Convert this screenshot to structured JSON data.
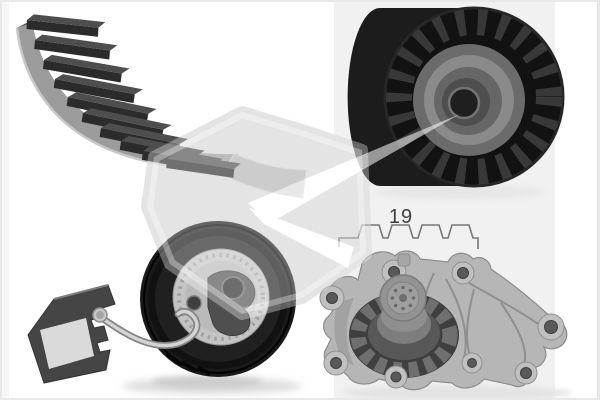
{
  "annotation": {
    "belt_width_label": "19"
  },
  "parts": {
    "top_left": "timing-belt",
    "top_right": "idler-pulley",
    "bottom_left": "tensioner-pulley-with-mounting-bracket",
    "bottom_right": "water-pump"
  },
  "watermark": {
    "name": "manufacturer-logo-watermark",
    "style": "chevron-emblem"
  },
  "colors": {
    "background": "#ffffff",
    "right_panel_band": "#f1f1f1",
    "frame_border": "#e8e8e8",
    "watermark_gray": "#d7d7d7",
    "label_text": "#3f3f3f",
    "profile_line": "#777777"
  }
}
